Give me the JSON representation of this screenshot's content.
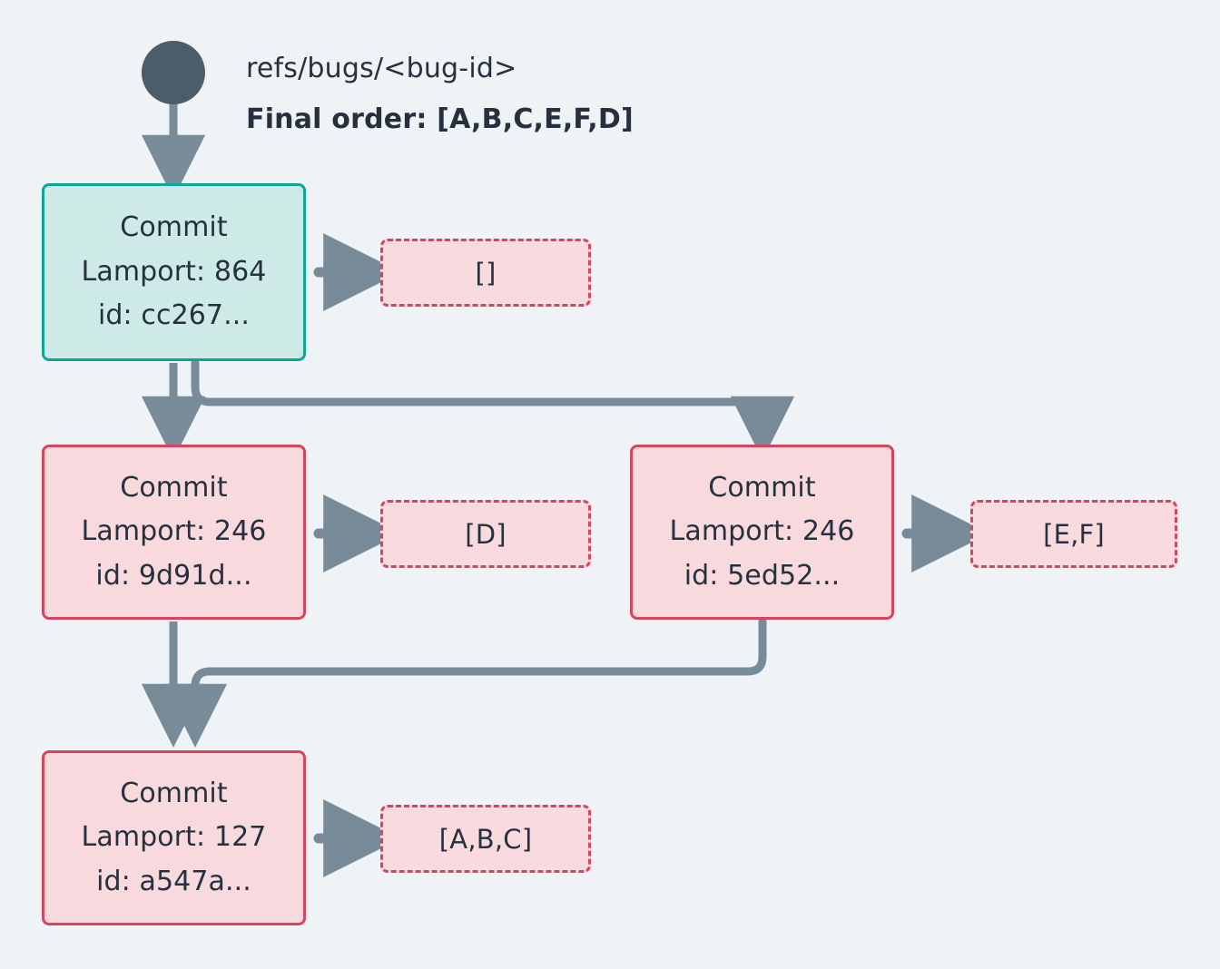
{
  "diagram": {
    "title_ref": "refs/bugs/<bug-id>",
    "final_order": "Final order: [A,B,C,E,F,D]",
    "background": "#eff3f5",
    "colors": {
      "head_fill": "#cdeae6",
      "head_border": "#0fa697",
      "commit_fill": "#f8dade",
      "commit_border": "#d6455f",
      "ops_fill": "#f9dade",
      "ops_border": "#d6455f",
      "edge": "#778b99",
      "root_dot": "#4c5c68",
      "text": "#25313f"
    }
  },
  "nodes": {
    "head": {
      "label": "Commit",
      "lamport": "Lamport: 864",
      "id": "id: cc267..."
    },
    "left_mid": {
      "label": "Commit",
      "lamport": "Lamport: 246",
      "id": "id: 9d91d..."
    },
    "right_mid": {
      "label": "Commit",
      "lamport": "Lamport: 246",
      "id": "id: 5ed52..."
    },
    "bottom": {
      "label": "Commit",
      "lamport": "Lamport: 127",
      "id": "id: a547a..."
    }
  },
  "ops": {
    "head_ops": "[]",
    "left_mid_ops": "[D]",
    "right_mid_ops": "[E,F]",
    "bottom_ops": "[A,B,C]"
  }
}
